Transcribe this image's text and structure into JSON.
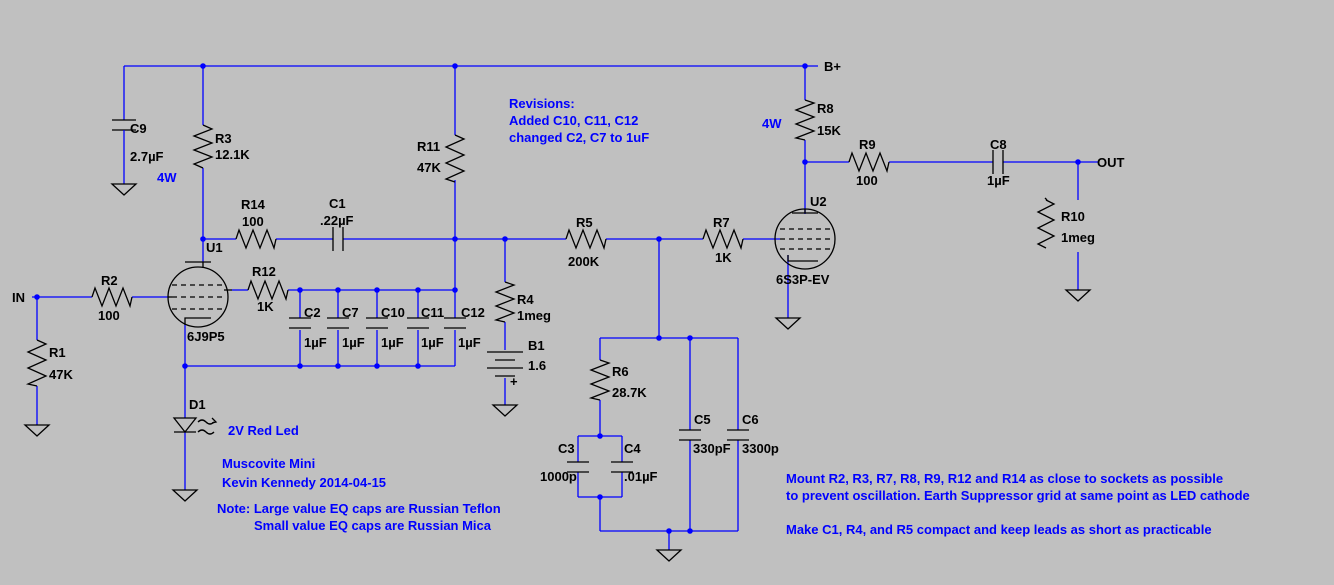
{
  "nets": {
    "input": "IN",
    "supply": "B+",
    "output": "OUT"
  },
  "components": {
    "R1": {
      "ref": "R1",
      "value": "47K"
    },
    "R2": {
      "ref": "R2",
      "value": "100"
    },
    "R3": {
      "ref": "R3",
      "value": "12.1K"
    },
    "R4": {
      "ref": "R4",
      "value": "1meg"
    },
    "R5": {
      "ref": "R5",
      "value": "200K"
    },
    "R6": {
      "ref": "R6",
      "value": "28.7K"
    },
    "R7": {
      "ref": "R7",
      "value": "1K"
    },
    "R8": {
      "ref": "R8",
      "value": "15K"
    },
    "R9": {
      "ref": "R9",
      "value": "100"
    },
    "R10": {
      "ref": "R10",
      "value": "1meg"
    },
    "R11": {
      "ref": "R11",
      "value": "47K"
    },
    "R12": {
      "ref": "R12",
      "value": "1K"
    },
    "R14": {
      "ref": "R14",
      "value": "100"
    },
    "C1": {
      "ref": "C1",
      "value": ".22µF"
    },
    "C2": {
      "ref": "C2",
      "value": "1µF"
    },
    "C3": {
      "ref": "C3",
      "value": "1000p"
    },
    "C4": {
      "ref": "C4",
      "value": ".01µF"
    },
    "C5": {
      "ref": "C5",
      "value": "330pF"
    },
    "C6": {
      "ref": "C6",
      "value": "3300p"
    },
    "C7": {
      "ref": "C7",
      "value": "1µF"
    },
    "C8": {
      "ref": "C8",
      "value": "1µF"
    },
    "C9": {
      "ref": "C9",
      "value": "2.7µF"
    },
    "C10": {
      "ref": "C10",
      "value": "1µF"
    },
    "C11": {
      "ref": "C11",
      "value": "1µF"
    },
    "C12": {
      "ref": "C12",
      "value": "1µF"
    },
    "U1": {
      "ref": "U1",
      "value": "6J9P5"
    },
    "U2": {
      "ref": "U2",
      "value": "6S3P-EV"
    },
    "D1": {
      "ref": "D1",
      "value": "2V Red Led"
    },
    "B1": {
      "ref": "B1",
      "value": "1.6"
    }
  },
  "power_notes": {
    "r3": "4W",
    "r8": "4W"
  },
  "revisions": [
    "Revisions:",
    "Added C10, C11, C12",
    "changed C2, C7 to 1uF"
  ],
  "title_block": [
    "Muscovite Mini",
    "Kevin Kennedy 2014-04-15"
  ],
  "cap_note": [
    "Note: Large value EQ caps are Russian Teflon",
    "Small value EQ caps are Russian Mica"
  ],
  "mount_note": [
    "Mount R2, R3, R7, R8, R9, R12 and R14 as close to sockets as possible",
    "to prevent oscillation. Earth Suppressor grid at same point as LED cathode",
    "",
    "Make C1, R4, and R5 compact and keep leads as short as practicable"
  ]
}
